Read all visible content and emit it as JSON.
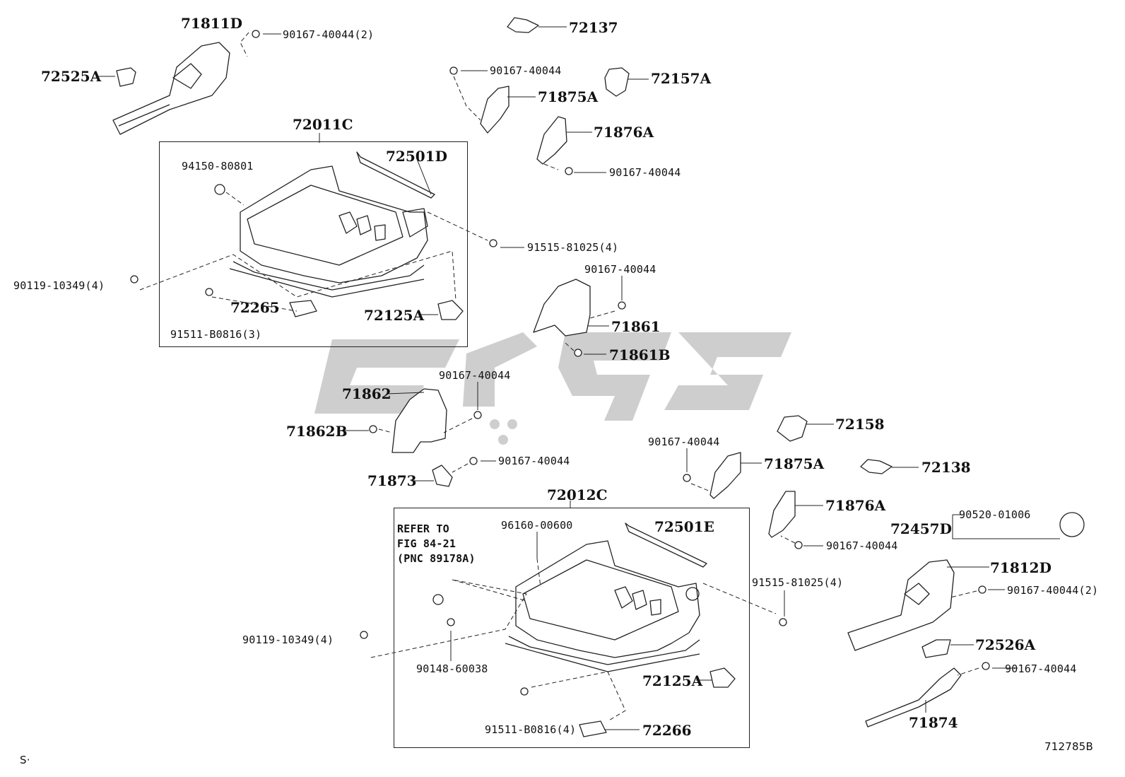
{
  "watermark": {
    "color": "#c6c6c6",
    "icon": "brand-logo-watermark"
  },
  "colors": {
    "line": "#222222",
    "part_fill": "#ffffff"
  },
  "diagram_id": "712785B",
  "corner_mark": "S·",
  "note": {
    "line1": "REFER TO",
    "line2": "FIG 84-21",
    "line3": "(PNC 89178A)"
  },
  "groups": {
    "upper": "72011C",
    "lower": "72012C"
  },
  "parts": {
    "p71811D": "71811D",
    "p90167_40044_2_top": "90167-40044(2)",
    "p72525A": "72525A",
    "p72137": "72137",
    "p90167_40044_a": "90167-40044",
    "p72157A": "72157A",
    "p71875A_top": "71875A",
    "p71876A_top": "71876A",
    "p90167_40044_b": "90167-40044",
    "p94150_80801": "94150-80801",
    "p72501D": "72501D",
    "p91515_81025_4_top": "91515-81025(4)",
    "p90119_10349_4_top": "90119-10349(4)",
    "p72265": "72265",
    "p72125A_top": "72125A",
    "p91511_B0816_3": "91511-B0816(3)",
    "p90167_40044_c": "90167-40044",
    "p71861": "71861",
    "p71861B": "71861B",
    "p71862": "71862",
    "p90167_40044_d": "90167-40044",
    "p71862B": "71862B",
    "p90167_40044_e": "90167-40044",
    "p71873": "71873",
    "p72158": "72158",
    "p90167_40044_f": "90167-40044",
    "p71875A_bot": "71875A",
    "p72138": "72138",
    "p71876A_bot": "71876A",
    "p90520_01006": "90520-01006",
    "p72457D": "72457D",
    "p96160_00600": "96160-00600",
    "p72501E": "72501E",
    "p90167_40044_g": "90167-40044",
    "p71812D": "71812D",
    "p90167_40044_2_bot": "90167-40044(2)",
    "p91515_81025_4_bot": "91515-81025(4)",
    "p90119_10349_4_bot": "90119-10349(4)",
    "p90148_60038": "90148-60038",
    "p72526A": "72526A",
    "p90167_40044_h": "90167-40044",
    "p72125A_bot": "72125A",
    "p91511_B0816_4": "91511-B0816(4)",
    "p72266": "72266",
    "p71874": "71874"
  }
}
